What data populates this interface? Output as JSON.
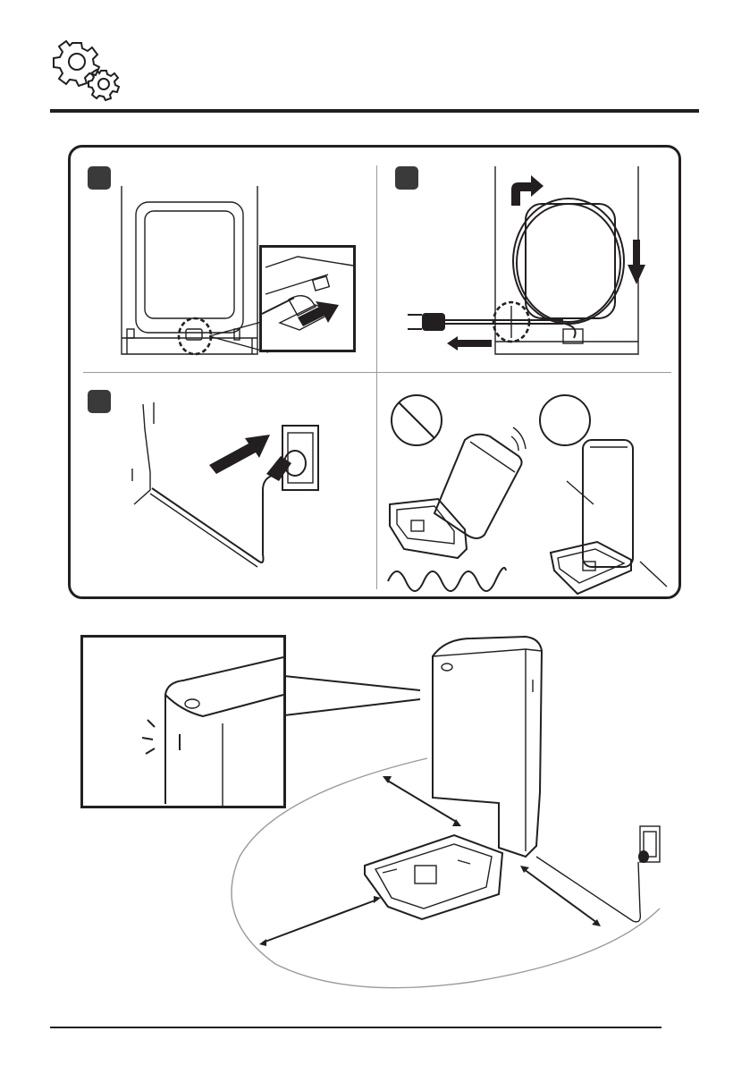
{
  "colors": {
    "ink": "#231f20",
    "badge": "#3a3a3a",
    "frame_rule": "#231f20",
    "clearance_arc": "#9a9a9a",
    "background": "#ffffff"
  },
  "header": {
    "icon": "settings-gears-icon"
  },
  "panel": {
    "steps": [
      {
        "id": 1,
        "badge_color": "#3a3a3a",
        "scene": "plug-cable-into-base-socket"
      },
      {
        "id": 2,
        "badge_color": "#3a3a3a",
        "scene": "wrap-excess-cable-around-spool"
      },
      {
        "id": 3,
        "badge_color": "#3a3a3a",
        "scene": "plug-into-wall-outlet"
      },
      {
        "id": 4,
        "badge_color": "#3a3a3a",
        "scene": "place-on-flat-surface",
        "wrong_icon": "prohibited-icon",
        "right_icon": "ok-circle-icon"
      }
    ]
  },
  "placement": {
    "icons": [
      "power-led-icon",
      "clearance-arrow-icon",
      "wall-outlet-icon"
    ]
  }
}
